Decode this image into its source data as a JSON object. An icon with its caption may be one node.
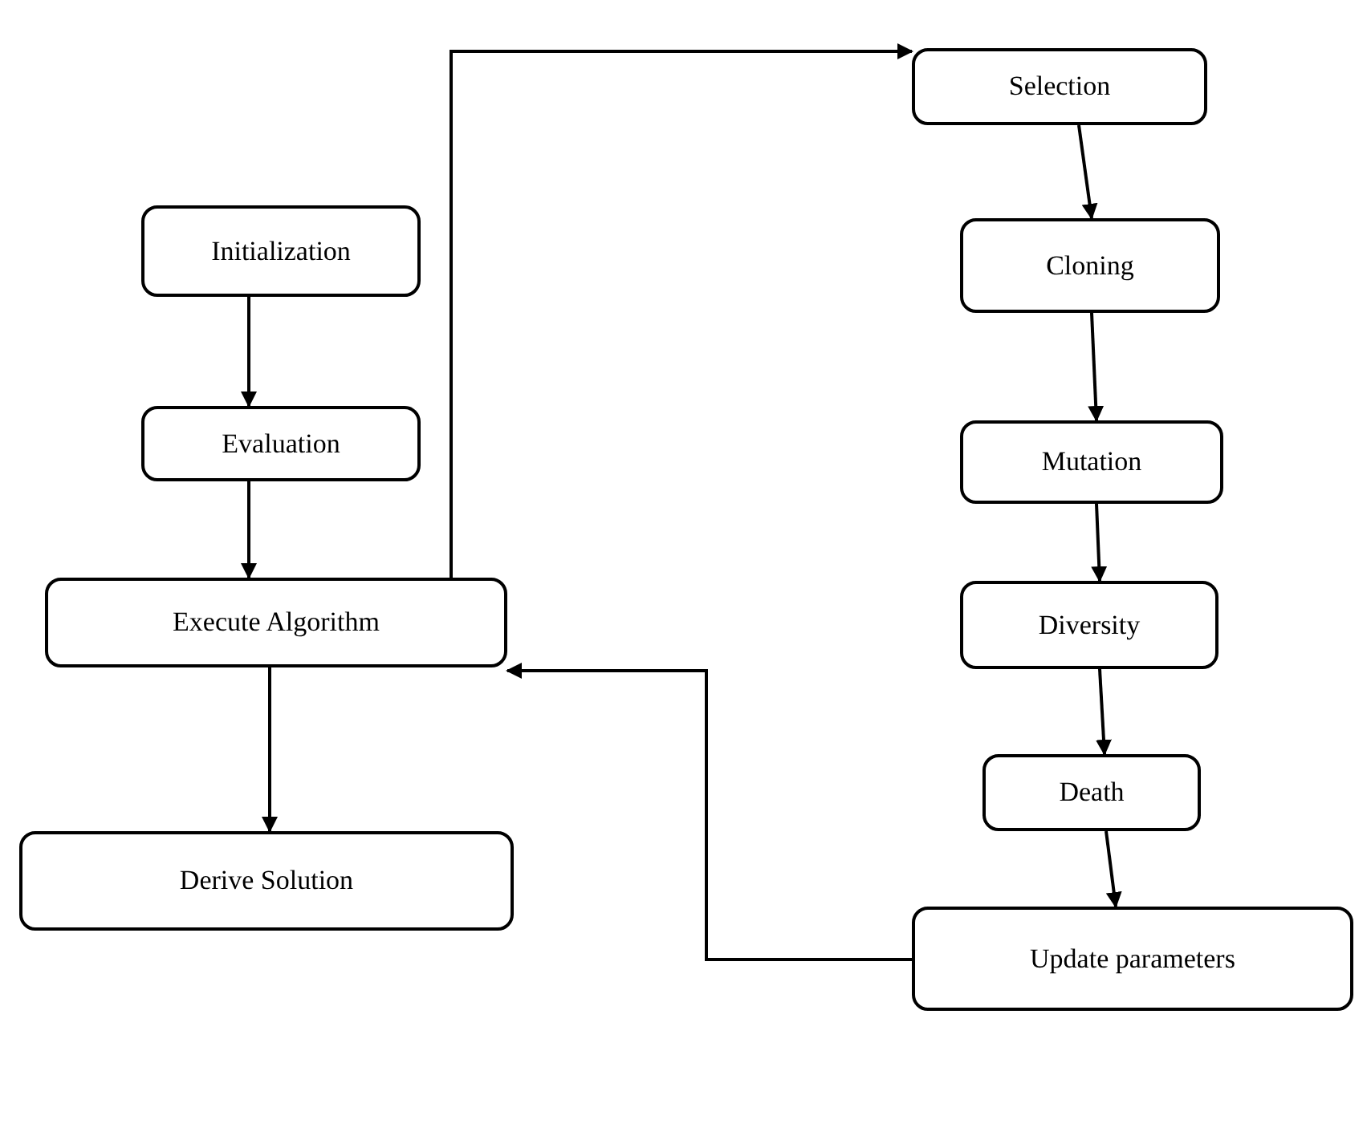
{
  "diagram": {
    "nodes": [
      {
        "text": [
          "Initialization"
        ]
      },
      {
        "text": [
          "Evaluation"
        ]
      },
      {
        "text": [
          "Execute Algorithm"
        ]
      },
      {
        "text": [
          "Derive Solution"
        ]
      },
      {
        "text": [
          "Selection"
        ]
      },
      {
        "text": [
          "Cloning"
        ]
      },
      {
        "text": [
          "Mutation"
        ]
      },
      {
        "text": [
          "Diversity"
        ]
      },
      {
        "text": [
          "Death"
        ]
      },
      {
        "text": [
          "Update parameters"
        ]
      }
    ],
    "edges": [
      {
        "from": 0,
        "to": 1,
        "arrow": "to"
      },
      {
        "from": 1,
        "to": 2,
        "arrow": "to"
      },
      {
        "from": 2,
        "to": 3,
        "arrow": "to"
      },
      {
        "from": 2,
        "to": 4,
        "arrow": "to"
      },
      {
        "from": 4,
        "to": 5,
        "arrow": "to"
      },
      {
        "from": 5,
        "to": 6,
        "arrow": "to"
      },
      {
        "from": 6,
        "to": 7,
        "arrow": "to"
      },
      {
        "from": 7,
        "to": 8,
        "arrow": "to"
      },
      {
        "from": 8,
        "to": 9,
        "arrow": "to"
      },
      {
        "from": 9,
        "to": 2,
        "arrow": "to"
      }
    ]
  }
}
